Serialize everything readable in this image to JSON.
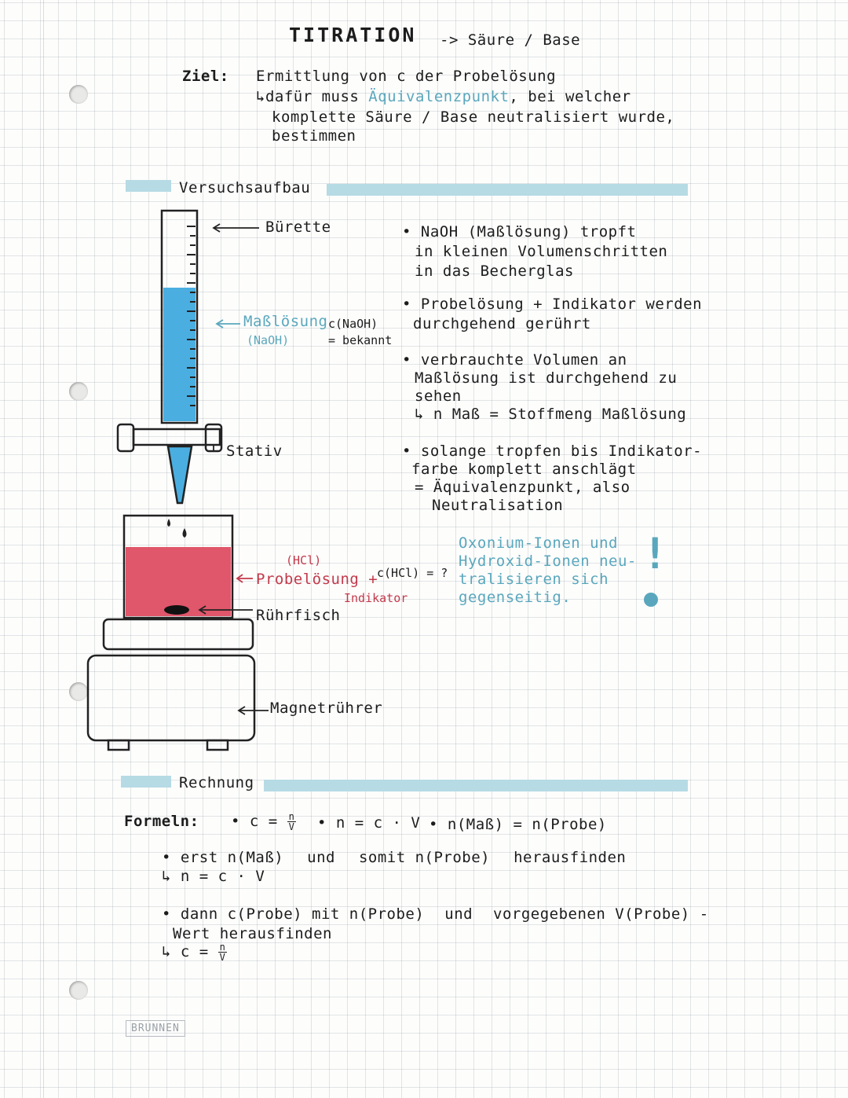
{
  "header": {
    "title": "TITRATION",
    "subtitle": "-> Säure / Base"
  },
  "goal": {
    "label": "Ziel:",
    "line1": "Ermittlung von c der Probelösung",
    "line2": "↳dafür muss",
    "equivalence_point": "Äquivalenzpunkt",
    "line2_rest": ", bei welcher",
    "line3": "komplette Säure / Base neutralisiert wurde,",
    "line4": "bestimmen"
  },
  "setup": {
    "heading": "Versuchsaufbau",
    "labels": {
      "burette": "Bürette",
      "titrant_line1": "Maßlösung",
      "titrant_line2": "(NaOH)",
      "titrant_conc_line1": "c(NaOH)",
      "titrant_conc_line2": "= bekannt",
      "stand": "Stativ",
      "sample_top": "(HCl)",
      "sample": "Probelösung +",
      "sample_conc": "c(HCl) = ?",
      "indicator": "Indikator",
      "stir_bar": "Rührfisch",
      "stirrer": "Magnetrührer"
    },
    "notes": [
      [
        "• NaOH (Maßlösung) tropft",
        "in kleinen Volumenschritten",
        "in das Becherglas"
      ],
      [
        "• Probelösung + Indikator werden",
        "durchgehend gerührt"
      ],
      [
        "• verbrauchte Volumen an",
        "Maßlösung ist durchgehend zu",
        "sehen",
        "↳ n Maß = Stoffmeng Maßlösung"
      ],
      [
        "• solange tropfen bis Indikator-",
        "farbe komplett anschlägt",
        "= Äquivalenzpunkt, also",
        "Neutralisation"
      ]
    ],
    "remark": [
      "Oxonium-Ionen und",
      "Hydroxid-Ionen neu-",
      "tralisieren sich",
      "gegenseitig."
    ],
    "remark_mark": "!",
    "colors": {
      "titrant": "#4aaee0",
      "sample": "#e0566a",
      "accent": "#5aa7bd",
      "highlight": "#b6dbe4"
    }
  },
  "calc": {
    "heading": "Rechnung",
    "formulas_label": "Formeln:",
    "f1_lhs": "• c =",
    "f1_num": "n",
    "f1_den": "V",
    "f2": "• n = c · V",
    "f3": "• n(Maß) = n(Probe)",
    "step1_a": "• erst n(Maß)",
    "step1_b": "und",
    "step1_c": "somit n(Probe)",
    "step1_d": "herausfinden",
    "step1_sub": "↳ n = c · V",
    "step2_a": "• dann c(Probe) mit n(Probe)",
    "step2_b": "und",
    "step2_c": "vorgegebenen V(Probe) -",
    "step2_d": "Wert herausfinden",
    "step2_sub": "↳ c =",
    "step2_num": "n",
    "step2_den": "V"
  },
  "footer": {
    "brand": "BRUNNEN"
  }
}
